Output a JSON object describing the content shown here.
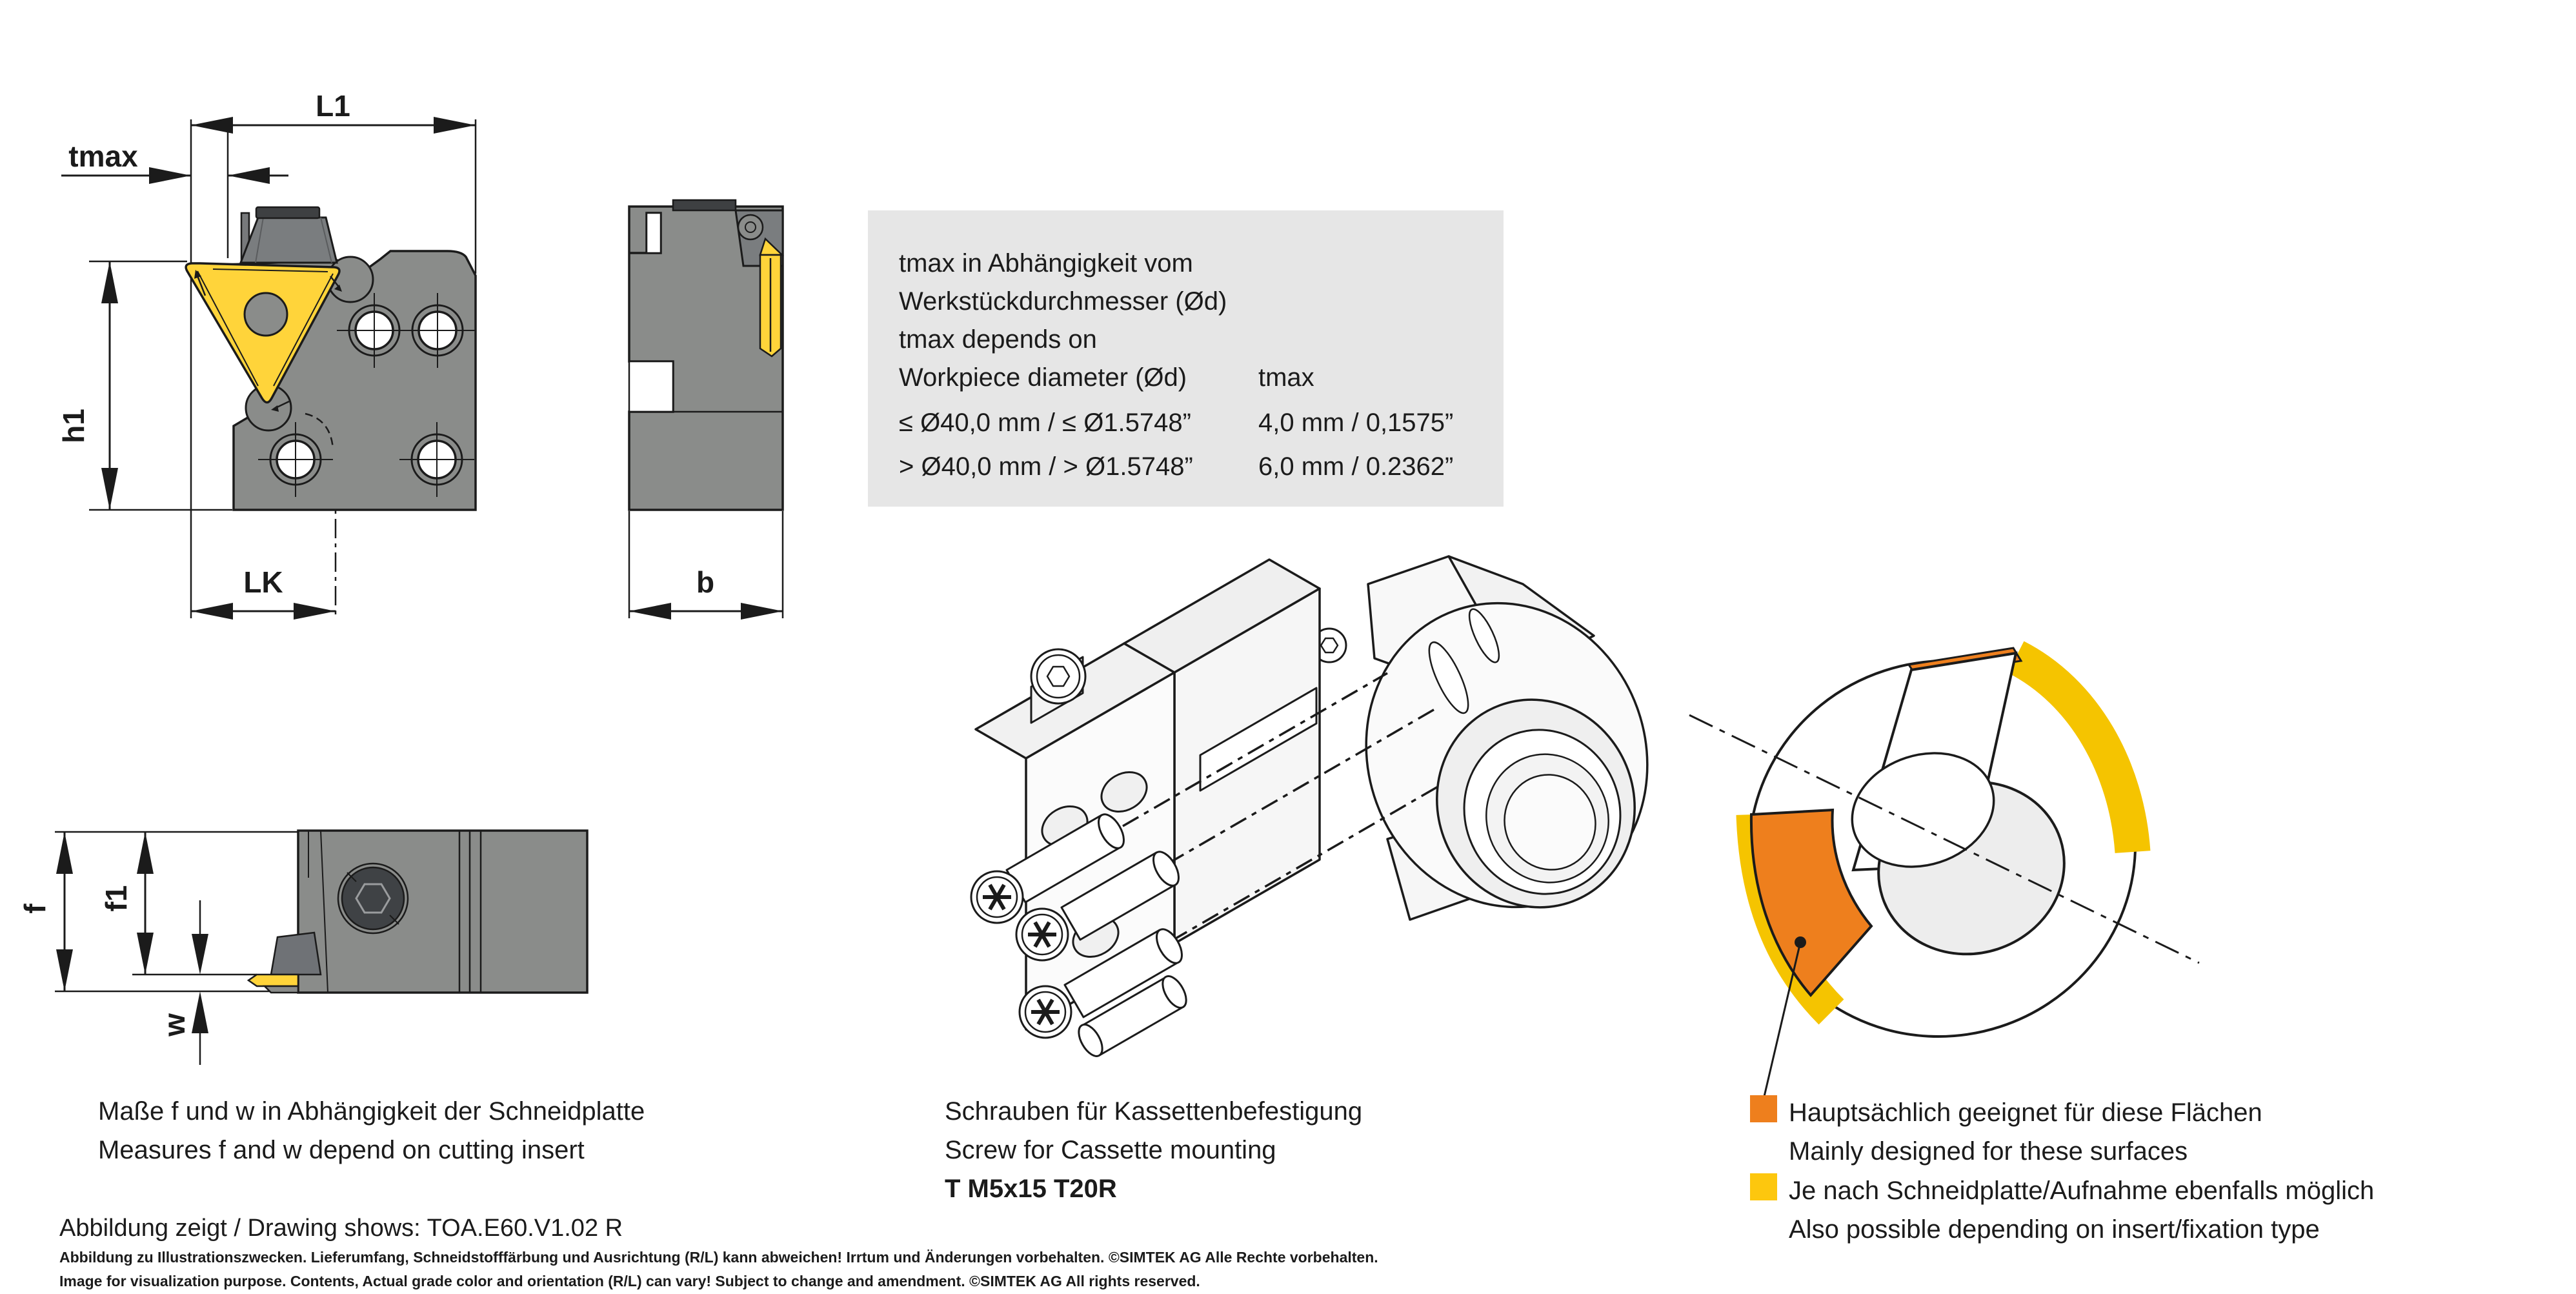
{
  "colors": {
    "outline": "#1b1b1b",
    "body_gray": "#8a8c8a",
    "clamp_gray": "#7a7d7f",
    "cap_dark": "#3e4042",
    "insert_yellow": "#ffd43a",
    "legend_orange": "#ee7f1d",
    "legend_yellow": "#fdc70e",
    "ring_yellow": "#f5c400",
    "info_box_bg": "#e6e6e6",
    "iso_white": "#fbfbfb"
  },
  "dimensions": {
    "front": {
      "l1": "L1",
      "tmax": "tmax",
      "h1": "h1",
      "lk": "LK"
    },
    "side": {
      "b": "b"
    },
    "insert_side": {
      "f": "f",
      "f1": "f1",
      "w": "w"
    }
  },
  "info_box": {
    "line1": "tmax in Abhängigkeit vom",
    "line2": "Werkstückdurchmesser (Ød)",
    "line3": "tmax depends on",
    "col1_header": "Workpiece diameter (Ød)",
    "col2_header": "tmax",
    "rows": [
      {
        "diameter": "≤ Ø40,0 mm / ≤ Ø1.5748”",
        "tmax": "4,0 mm / 0,1575”"
      },
      {
        "diameter": "> Ø40,0 mm / > Ø1.5748”",
        "tmax": "6,0 mm / 0.2362”"
      }
    ]
  },
  "captions": {
    "insert_note_de": "Maße f und w in Abhängigkeit der Schneidplatte",
    "insert_note_en": "Measures f and w depend on cutting insert",
    "screw_note_de": "Schrauben für Kassettenbefestigung",
    "screw_note_en": "Screw for Cassette mounting",
    "screw_spec": "T M5x15 T20R"
  },
  "legend": {
    "orange_de": "Hauptsächlich geeignet für diese Flächen",
    "orange_en": "Mainly designed for these surfaces",
    "yellow_de": "Je nach Schneidplatte/Aufnahme ebenfalls möglich",
    "yellow_en": "Also possible depending on insert/fixation type"
  },
  "footer": {
    "drawing_shows": "Abbildung zeigt / Drawing shows: TOA.E60.V1.02 R",
    "disclaimer_de": "Abbildung zu Illustrationszwecken. Lieferumfang, Schneidstofffärbung und Ausrichtung (R/L) kann abweichen! Irrtum und Änderungen vorbehalten. ©SIMTEK AG Alle Rechte vorbehalten.",
    "disclaimer_en": "Image for visualization purpose. Contents, Actual grade color and orientation (R/L) can vary! Subject to change and amendment. ©SIMTEK AG All rights reserved."
  }
}
